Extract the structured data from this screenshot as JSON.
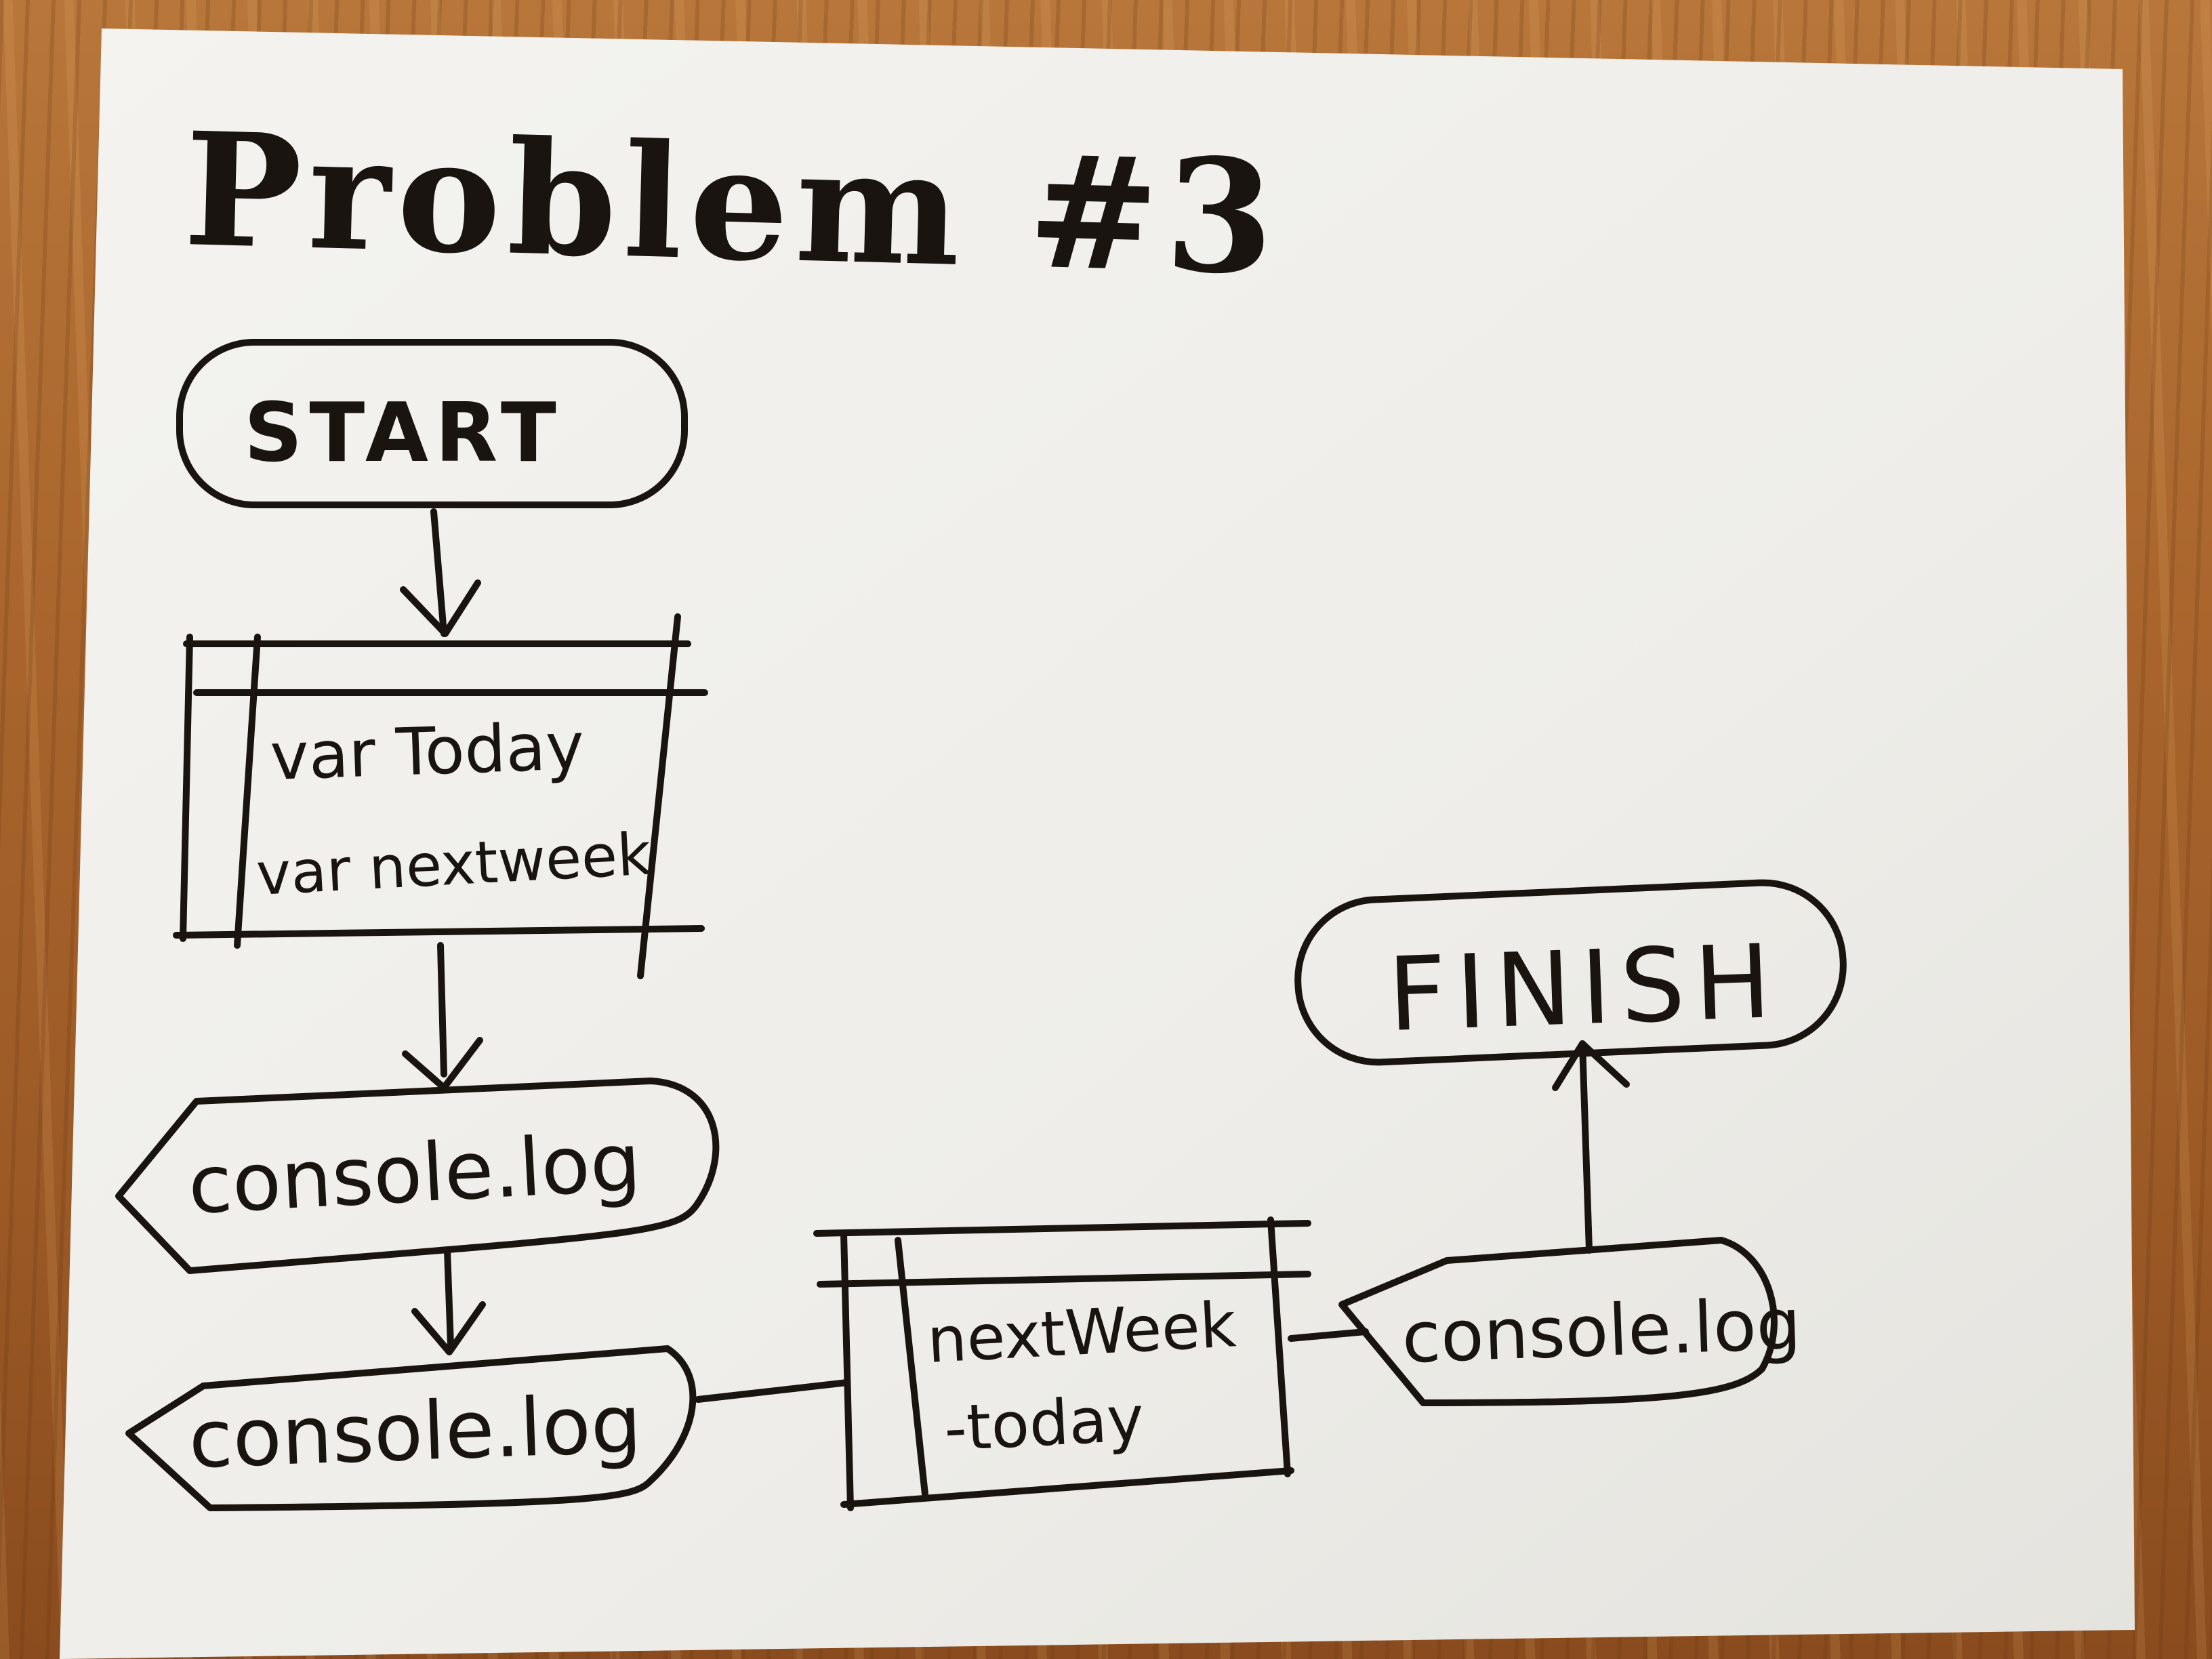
{
  "title": "Problem #3",
  "nodes": {
    "start": "START",
    "vars_line1": "var Today",
    "vars_line2": "var nextweek",
    "output1": "console.log",
    "output2": "console.log",
    "compute_line1": "nextWeek",
    "compute_line2": "-today",
    "output3": "console.log",
    "finish": "FINISH"
  },
  "colors": {
    "ink": "#1a1410",
    "paper": "#f1f0ec",
    "wood": "#a8642c"
  }
}
